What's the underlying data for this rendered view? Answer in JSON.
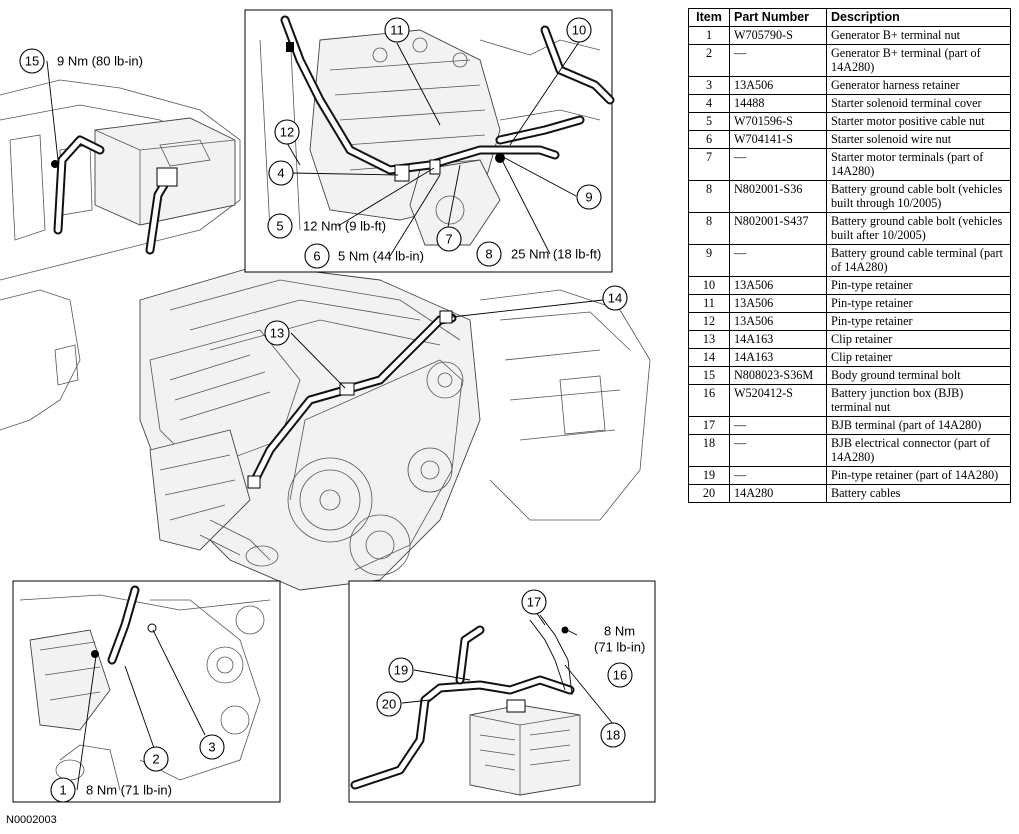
{
  "figure_id": "N0002003",
  "table": {
    "headers": [
      "Item",
      "Part Number",
      "Description"
    ],
    "rows": [
      {
        "item": "1",
        "part": "W705790-S",
        "desc": "Generator B+ terminal nut"
      },
      {
        "item": "2",
        "part": "—",
        "desc": "Generator B+ terminal (part of 14A280)"
      },
      {
        "item": "3",
        "part": "13A506",
        "desc": "Generator harness retainer"
      },
      {
        "item": "4",
        "part": "14488",
        "desc": "Starter solenoid terminal cover"
      },
      {
        "item": "5",
        "part": "W701596-S",
        "desc": "Starter motor positive cable nut"
      },
      {
        "item": "6",
        "part": "W704141-S",
        "desc": "Starter solenoid wire nut"
      },
      {
        "item": "7",
        "part": "—",
        "desc": "Starter motor terminals (part of 14A280)"
      },
      {
        "item": "8",
        "part": "N802001-S36",
        "desc": "Battery ground cable bolt (vehicles built through 10/2005)"
      },
      {
        "item": "8",
        "part": "N802001-S437",
        "desc": "Battery ground cable bolt (vehicles built after 10/2005)"
      },
      {
        "item": "9",
        "part": "—",
        "desc": "Battery ground cable terminal (part of 14A280)"
      },
      {
        "item": "10",
        "part": "13A506",
        "desc": "Pin-type retainer"
      },
      {
        "item": "11",
        "part": "13A506",
        "desc": "Pin-type retainer"
      },
      {
        "item": "12",
        "part": "13A506",
        "desc": "Pin-type retainer"
      },
      {
        "item": "13",
        "part": "14A163",
        "desc": "Clip retainer"
      },
      {
        "item": "14",
        "part": "14A163",
        "desc": "Clip retainer"
      },
      {
        "item": "15",
        "part": "N808023-S36M",
        "desc": "Body ground terminal bolt"
      },
      {
        "item": "16",
        "part": "W520412-S",
        "desc": "Battery junction box (BJB) terminal nut"
      },
      {
        "item": "17",
        "part": "—",
        "desc": "BJB terminal (part of 14A280)"
      },
      {
        "item": "18",
        "part": "—",
        "desc": "BJB electrical connector (part of 14A280)"
      },
      {
        "item": "19",
        "part": "—",
        "desc": "Pin-type retainer (part of 14A280)"
      },
      {
        "item": "20",
        "part": "14A280",
        "desc": "Battery cables"
      }
    ]
  },
  "callouts": {
    "c1": "1",
    "c2": "2",
    "c3": "3",
    "c4": "4",
    "c5": "5",
    "c6": "6",
    "c7": "7",
    "c8": "8",
    "c9": "9",
    "c10": "10",
    "c11": "11",
    "c12": "12",
    "c13": "13",
    "c14": "14",
    "c15": "15",
    "c16": "16",
    "c17": "17",
    "c18": "18",
    "c19": "19",
    "c20": "20"
  },
  "torques": {
    "t15": "9 Nm (80 lb-in)",
    "t5": "12 Nm (9 lb-ft)",
    "t6": "5 Nm (44 lb-in)",
    "t8": "25 Nm (18 lb-ft)",
    "t1": "8 Nm (71 lb-in)",
    "t16_line1": "8 Nm",
    "t16_line2": "(71 lb-in)"
  }
}
